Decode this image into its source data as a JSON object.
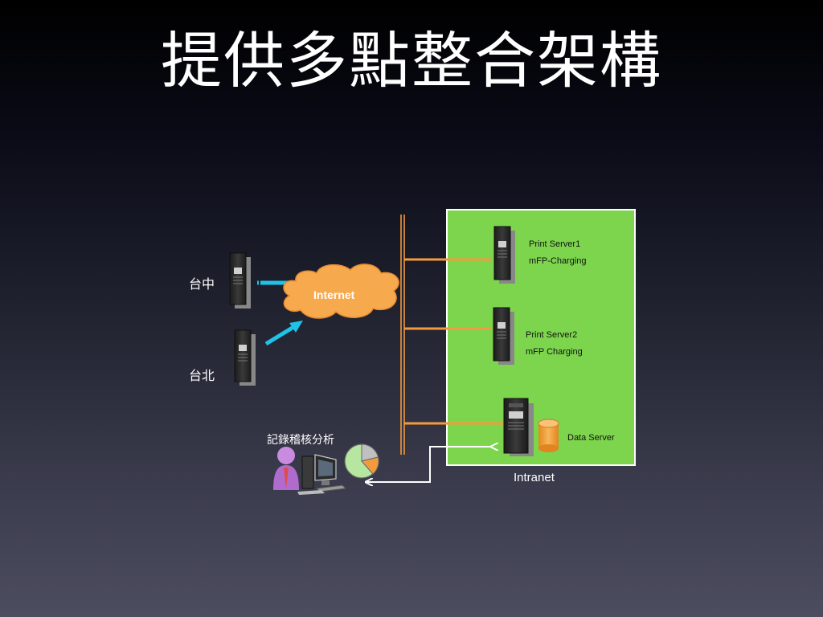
{
  "slide": {
    "title": "提供多點整合架構"
  },
  "nodes": {
    "taichung": "台中",
    "taipei": "台北",
    "internet": "Internet",
    "analysis": "記錄稽核分析",
    "intranet": "Intranet"
  },
  "servers": [
    {
      "name": "Print Server1",
      "desc": "mFP-Charging"
    },
    {
      "name": "Print Server2",
      "desc": "mFP Charging"
    },
    {
      "name": "Data Server",
      "desc": ""
    }
  ],
  "colors": {
    "intranet_fill": "#7dd54e",
    "link_orange": "#f39a3c",
    "cloud_orange": "#f7a94d",
    "arrow_cyan": "#1ec3e8",
    "db_orange": "#f5a340"
  }
}
